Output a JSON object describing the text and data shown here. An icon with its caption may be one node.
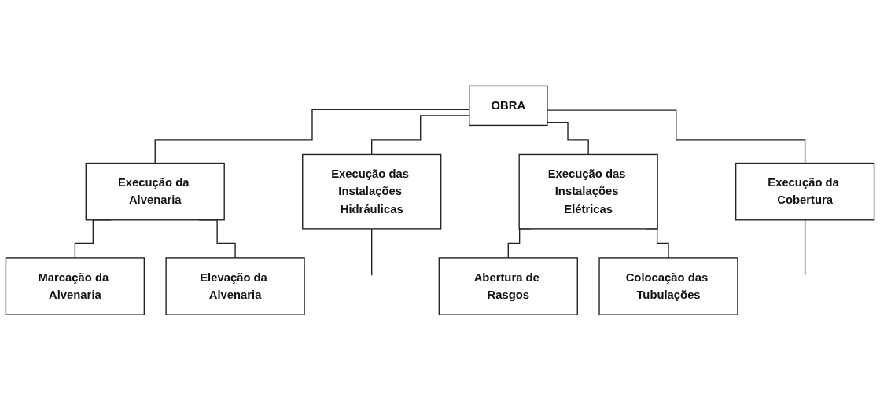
{
  "diagram": {
    "nodes": [
      {
        "text": [
          "OBRA"
        ]
      },
      {
        "text": [
          "Execução da Alvenaria"
        ]
      },
      {
        "text": [
          "Execução das Instalações Hidráulicas"
        ]
      },
      {
        "text": [
          "Execução das Instalações Elétricas"
        ]
      },
      {
        "text": [
          "Execução da Cobertura"
        ]
      },
      {
        "text": [
          "Marcação da Alvenaria"
        ]
      },
      {
        "text": [
          "Elevação da Alvenaria"
        ]
      },
      {
        "text": [
          "Abertura de Rasgos"
        ]
      },
      {
        "text": [
          "Colocação das Tubulações"
        ]
      }
    ],
    "edges": [
      {
        "from": 0,
        "to": 1,
        "arrow": "none"
      },
      {
        "from": 0,
        "to": 2,
        "arrow": "none"
      },
      {
        "from": 0,
        "to": 3,
        "arrow": "none"
      },
      {
        "from": 0,
        "to": 4,
        "arrow": "none"
      },
      {
        "from": 1,
        "to": 5,
        "arrow": "none"
      },
      {
        "from": 1,
        "to": 6,
        "arrow": "none"
      },
      {
        "from": 3,
        "to": 7,
        "arrow": "none"
      },
      {
        "from": 3,
        "to": 8,
        "arrow": "none"
      },
      {
        "from": 2,
        "to": null,
        "arrow": "none"
      },
      {
        "from": 4,
        "to": null,
        "arrow": "none"
      }
    ]
  }
}
